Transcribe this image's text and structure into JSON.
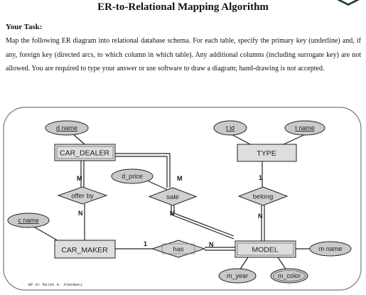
{
  "page": {
    "title": "ER-to-Relational Mapping Algorithm",
    "task_heading": "Your Task:",
    "task_text": "Map the following ER diagram into relational database schema. For each table, specify the primary key (underline) and, if any, foreign key (directed arcs, to which column in which table). Any additional columns (including surrogate key) are not allowed. You are required to type your answer or use software to draw a diagram; hand-drawing is not accepted."
  },
  "diagram": {
    "entities": {
      "car_dealer": "CAR_DEALER",
      "type": "TYPE",
      "car_maker": "CAR_MAKER",
      "model": "MODEL"
    },
    "relationships": {
      "offer_by": "offer by",
      "sale": "sale",
      "belong": "belong",
      "has": "has"
    },
    "attributes": {
      "d_name": "d name",
      "d_price": "d_price",
      "t_id": "t id",
      "t_name": "t name",
      "c_name": "c name",
      "m_name": "m name",
      "m_year": "m_year",
      "m_color": "m_color"
    },
    "cardinalities": {
      "offer_by_dealer": "M",
      "offer_by_maker": "N",
      "sale_dealer": "M",
      "sale_model": "N",
      "belong_type": "1",
      "belong_model": "N",
      "has_maker": "1",
      "has_model": "N"
    },
    "credit": "BP Dr Malek A. Almomani"
  },
  "colors": {
    "entity_fill": "#dedede",
    "relationship_fill": "#d0d0d0",
    "attribute_fill": "#c9c9c9",
    "border": "#222222"
  }
}
